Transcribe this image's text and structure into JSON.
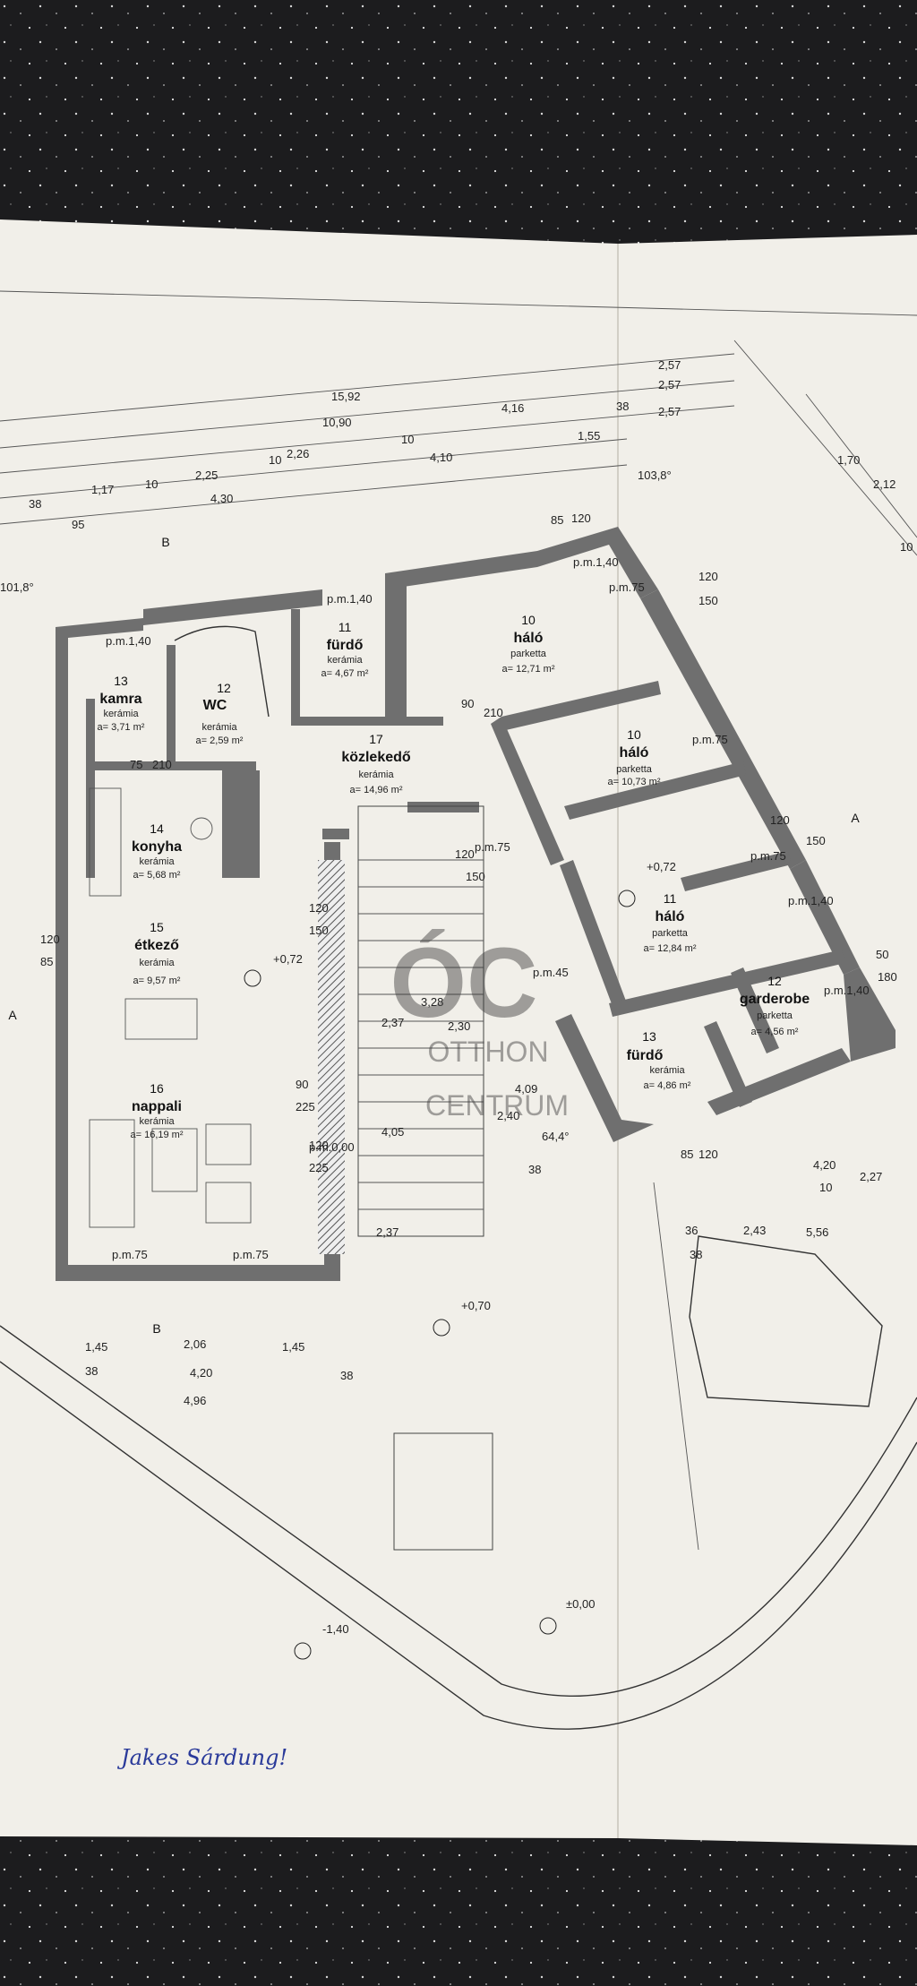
{
  "rooms": [
    {
      "number": "13",
      "name": "kamra",
      "floor": "kerámia",
      "area": "a= 3,71 m²"
    },
    {
      "number": "12",
      "name": "WC",
      "floor": "kerámia",
      "area": "a= 2,59 m²"
    },
    {
      "number": "14",
      "name": "konyha",
      "floor": "kerámia",
      "area": "a= 5,68 m²"
    },
    {
      "number": "15",
      "name": "étkező",
      "floor": "kerámia",
      "area": "a= 9,57 m²"
    },
    {
      "number": "16",
      "name": "nappali",
      "floor": "kerámia",
      "area": "a= 16,19 m²"
    },
    {
      "number": "11",
      "name": "fürdő",
      "floor": "kerámia",
      "area": "a= 4,67 m²"
    },
    {
      "number": "17",
      "name": "közlekedő",
      "floor": "kerámia",
      "area": "a= 14,96 m²"
    },
    {
      "number": "10",
      "name": "háló",
      "floor": "parketta",
      "area": "a= 12,71 m²"
    },
    {
      "number": "10",
      "name": "háló",
      "floor": "parketta",
      "area": "a= 10,73 m²"
    },
    {
      "number": "11",
      "name": "háló",
      "floor": "parketta",
      "area": "a= 12,84 m²"
    },
    {
      "number": "12",
      "name": "garderobe",
      "floor": "parketta",
      "area": "a= 4,56 m²"
    },
    {
      "number": "13",
      "name": "fürdő",
      "floor": "kerámia",
      "area": "a= 4,86 m²"
    }
  ],
  "dimensions_top": [
    "15,92",
    "10,90",
    "4,16",
    "2,57",
    "2,57",
    "2,57",
    "38",
    "1,17",
    "10",
    "2,25",
    "10",
    "2,26",
    "10",
    "4,10",
    "1,55",
    "4,30",
    "95",
    "85",
    "120",
    "38",
    "1,70",
    "2,12",
    "10"
  ],
  "dimensions_bottom": [
    "1,45",
    "2,06",
    "1,45",
    "38",
    "4,20",
    "38",
    "4,96",
    "4,20",
    "10",
    "2,27",
    "2,43",
    "5,56",
    "36",
    "38"
  ],
  "levels": [
    "+0,72",
    "+0,72",
    "+0,70",
    "±0,00",
    "-1,40"
  ],
  "angles": [
    "103,8°",
    "101,8°",
    "64,4°"
  ],
  "door_labels": [
    "p.m.1,40",
    "p.m.1,40",
    "p.m.1,40",
    "p.m.75",
    "p.m.75",
    "p.m.75",
    "p.m.75",
    "p.m.75",
    "p.m.75",
    "p.m.1,40",
    "p.m.45",
    "p.m.1,40",
    "p.m.0,00"
  ],
  "misc_labels": [
    "120",
    "85",
    "120",
    "150",
    "120",
    "150",
    "90",
    "225",
    "120",
    "225",
    "2,37",
    "2,37",
    "4,05",
    "3,28",
    "2,30",
    "4,09",
    "2,40",
    "38",
    "85",
    "120",
    "90",
    "210",
    "75",
    "210",
    "180",
    "50",
    "120",
    "150",
    "120",
    "150"
  ],
  "section_marks": [
    "A",
    "A",
    "B",
    "B"
  ],
  "watermark": {
    "logo": "ÓC",
    "line1": "OTTHON",
    "line2": "CENTRUM"
  },
  "signature": "Jakes Sárdung!"
}
